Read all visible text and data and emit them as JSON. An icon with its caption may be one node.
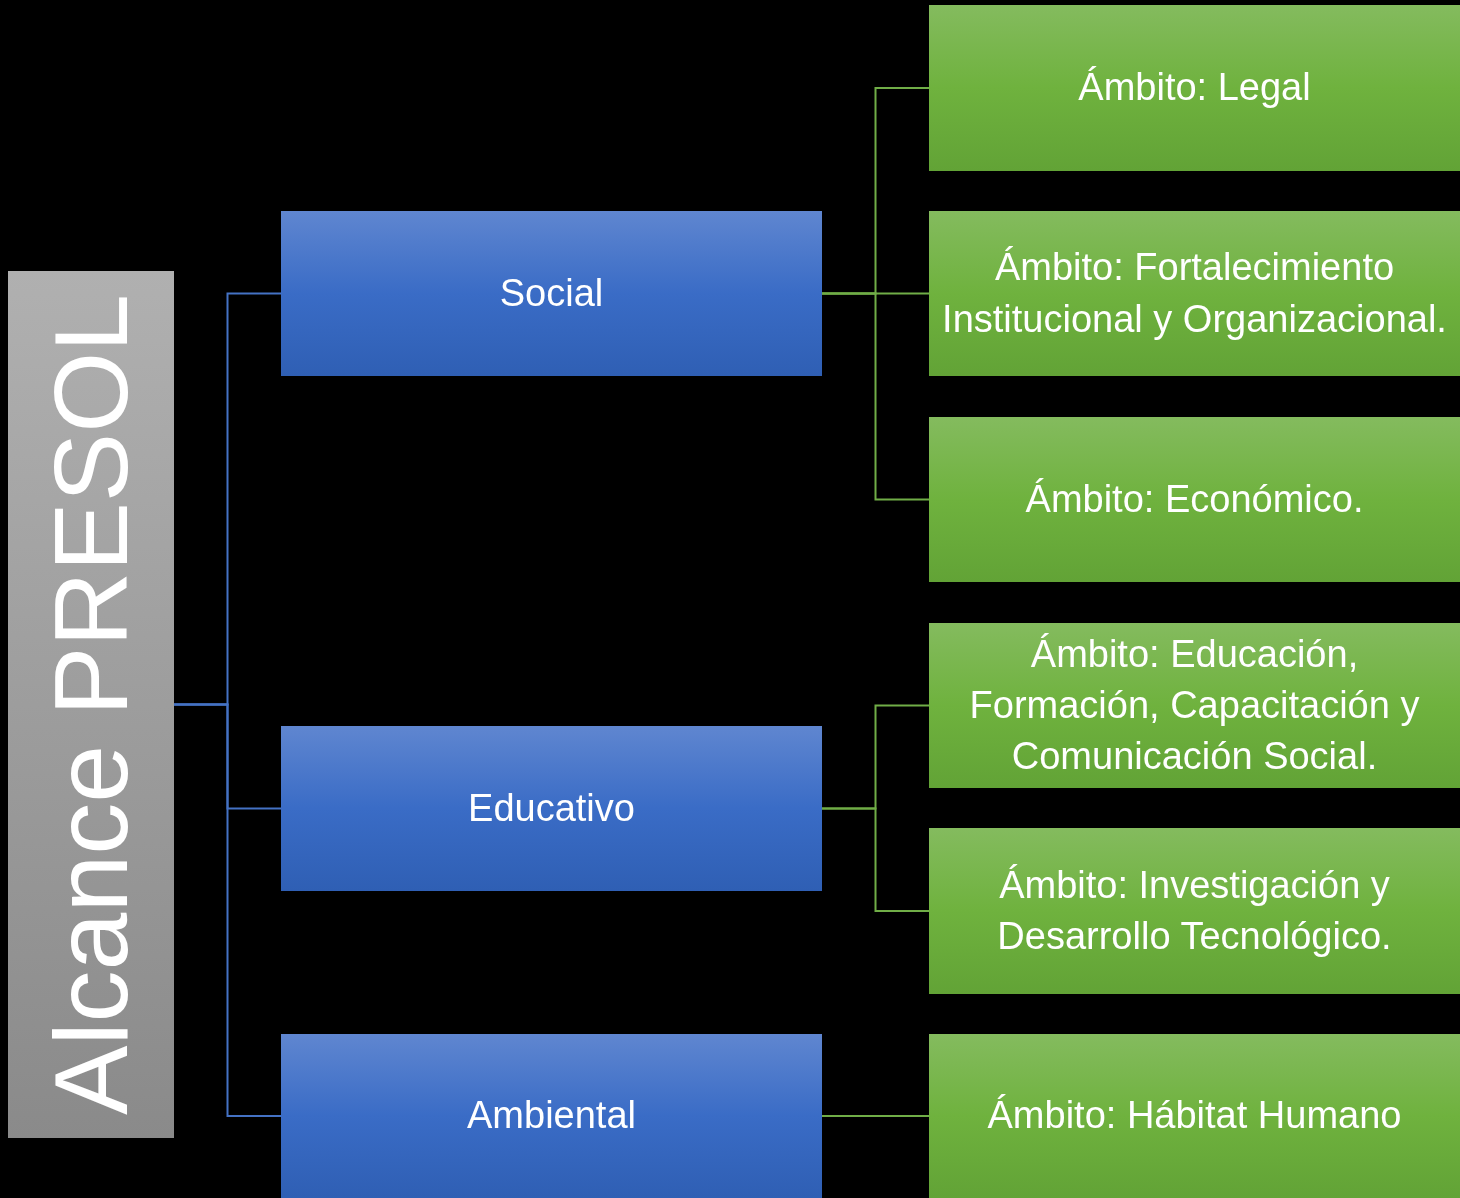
{
  "diagram": {
    "nodes": [
      {
        "text": [
          "Alcance PRESOL"
        ]
      },
      {
        "text": [
          "Social"
        ]
      },
      {
        "text": [
          "Educativo"
        ]
      },
      {
        "text": [
          "Ambiental"
        ]
      },
      {
        "text": [
          "Ámbito: Legal"
        ]
      },
      {
        "text": [
          "Ámbito: Fortalecimiento Institucional y Organizacional."
        ]
      },
      {
        "text": [
          "Ámbito: Económico."
        ]
      },
      {
        "text": [
          "Ámbito: Educación, Formación, Capacitación y Comunicación Social."
        ]
      },
      {
        "text": [
          "Ámbito: Investigación y Desarrollo Tecnológico."
        ]
      },
      {
        "text": [
          "Ámbito: Hábitat Humano"
        ]
      }
    ],
    "edges": [
      {
        "from": 0,
        "to": 1,
        "arrow": "none",
        "color": "#4472c4"
      },
      {
        "from": 0,
        "to": 2,
        "arrow": "none",
        "color": "#4472c4"
      },
      {
        "from": 0,
        "to": 3,
        "arrow": "none",
        "color": "#4472c4"
      },
      {
        "from": 1,
        "to": 4,
        "arrow": "none"
      },
      {
        "from": 1,
        "to": 5,
        "arrow": "none"
      },
      {
        "from": 1,
        "to": 6,
        "arrow": "none"
      },
      {
        "from": 2,
        "to": 7,
        "arrow": "none"
      },
      {
        "from": 2,
        "to": 8,
        "arrow": "none"
      },
      {
        "from": 3,
        "to": 9,
        "arrow": "none"
      }
    ]
  }
}
